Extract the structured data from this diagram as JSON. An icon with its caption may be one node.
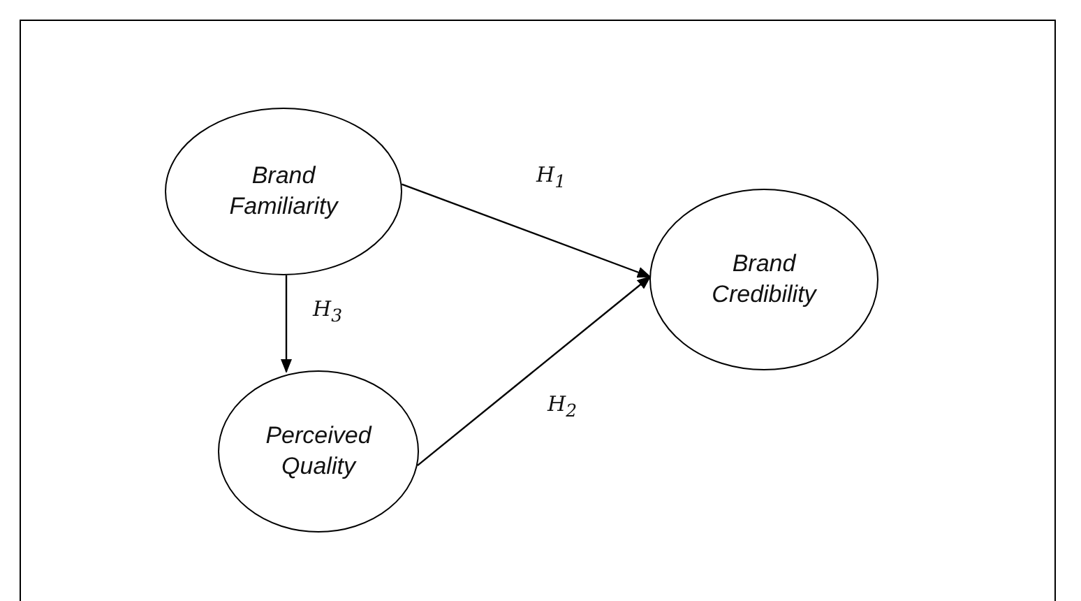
{
  "diagram": {
    "nodes": [
      {
        "text": [
          "Brand Familiarity"
        ]
      },
      {
        "text": [
          "Perceived Quality"
        ]
      },
      {
        "text": [
          "Brand Credibility"
        ]
      }
    ],
    "edges": [
      {
        "from": 0,
        "to": 2,
        "arrow": "to",
        "label": "H$_{1}$"
      },
      {
        "from": 1,
        "to": 2,
        "arrow": "to",
        "label": "H$_{2}$"
      },
      {
        "from": 0,
        "to": 1,
        "arrow": "to",
        "label": "H$_{3}$"
      }
    ]
  }
}
